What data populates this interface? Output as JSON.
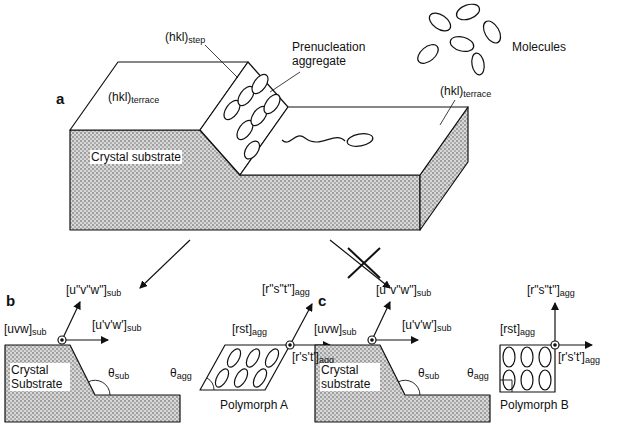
{
  "diagram": {
    "labels": [
      "a",
      "(hkl)step",
      "(hkl)terrace",
      "Prenucleation aggregate",
      "Molecules",
      "(hkl)terrace",
      "Crystal substrate",
      "b",
      "[u\"v\"w\"]sub",
      "[u'v'w']sub",
      "[uvw]sub",
      "θsub",
      "Crystal Substrate",
      "[r\"s\"t\"]agg",
      "[rst]agg",
      "[r's't']agg",
      "θagg",
      "Polymorph A",
      "c",
      "[u\"v\"w\"]sub",
      "[u'v'w']sub",
      "[uvw]sub",
      "θsub",
      "Crystal substrate",
      "[r\"s\"t\"]agg",
      "[rst]agg",
      "[r's't']agg",
      "θagg",
      "Polymorph B"
    ]
  }
}
